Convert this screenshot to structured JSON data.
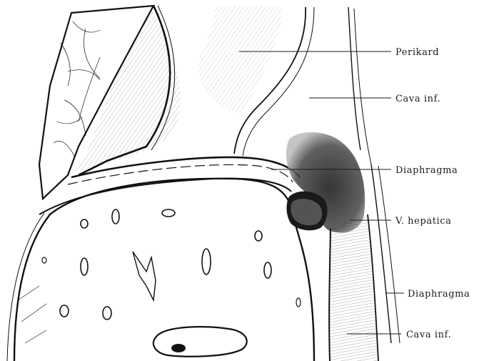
{
  "labels": {
    "perikard": "Perikard",
    "cava_inf_upper": "Cava inf.",
    "diaphragma_upper": "Diaphragma",
    "v_hepatica": "V. hepatica",
    "diaphragma_lower": "Diaphragma",
    "cava_inf_lower": "Cava inf."
  }
}
